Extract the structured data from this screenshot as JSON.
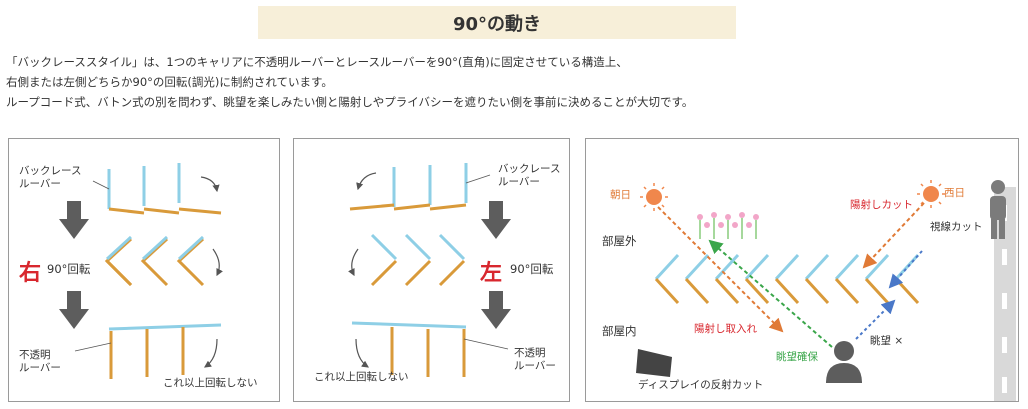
{
  "title": "90°の動き",
  "description": [
    "「バックレーススタイル」は、1つのキャリアに不透明ルーバーとレースルーバーを90°(直角)に固定させている構造上、",
    "右側または左側どちらか90°の回転(調光)に制約されています。",
    "ループコード式、バトン式の別を問わず、眺望を楽しみたい側と陽射しやプライバシーを遮りたい側を事前に決めることが大切です。"
  ],
  "panel_right": {
    "label_backlace_1": "バックレース",
    "label_backlace_2": "ルーバー",
    "direction": "右",
    "rotation": "90°回転",
    "label_opaque_1": "不透明",
    "label_opaque_2": "ルーバー",
    "no_more": "これ以上回転しない"
  },
  "panel_left": {
    "label_backlace_1": "バックレース",
    "label_backlace_2": "ルーバー",
    "direction": "左",
    "rotation": "90°回転",
    "label_opaque_1": "不透明",
    "label_opaque_2": "ルーバー",
    "no_more": "これ以上回転しない"
  },
  "panel_scene": {
    "morning_sun": "朝日",
    "west_sun": "西日",
    "outside": "部屋外",
    "inside": "部屋内",
    "sun_cut": "陽射しカット",
    "sight_cut": "視線カット",
    "sun_in": "陽射し取入れ",
    "view_ok": "眺望確保",
    "view_ng": "眺望 ×",
    "display": "ディスプレイの反射カット"
  },
  "colors": {
    "lace": "#8ecfe6",
    "opaque": "#d99a3a",
    "arrow": "#5d5d5d",
    "sun": "#f0874c",
    "red": "#d8272e",
    "green": "#3aa64a",
    "blue": "#4a78c8"
  }
}
